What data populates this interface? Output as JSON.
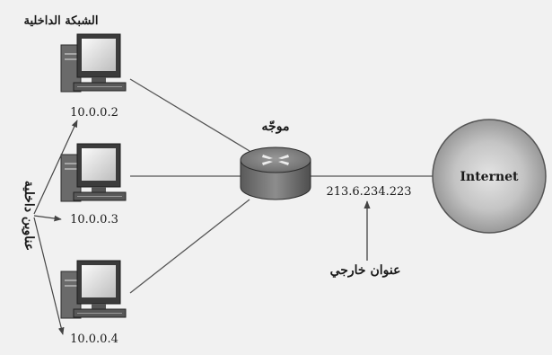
{
  "diagram": {
    "internal_network_label": "الشبكة الداخلية",
    "router_label": "موجّه",
    "internet_label": "Internet",
    "external_ip": "213.6.234.223",
    "external_address_label": "عنوان خارجي",
    "internal_addresses_label": "عناوين داخلية",
    "computers": [
      {
        "ip": "10.0.0.2"
      },
      {
        "ip": "10.0.0.3"
      },
      {
        "ip": "10.0.0.4"
      }
    ]
  }
}
